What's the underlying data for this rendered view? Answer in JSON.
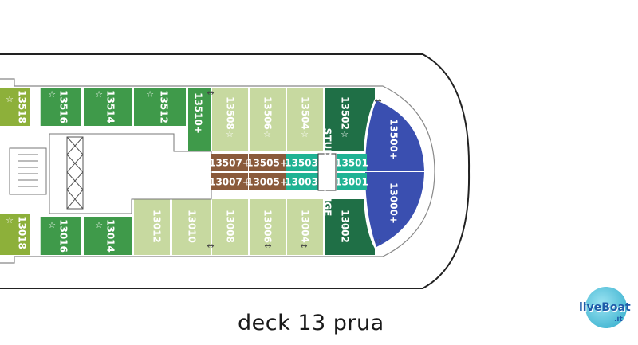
{
  "caption": "deck 13 prua",
  "logo": {
    "text": "liveBoat",
    "suffix": ".it"
  },
  "cabins": {
    "top_row": [
      "13518",
      "13516",
      "13514",
      "13512",
      "13510+",
      "13508",
      "13506",
      "13504",
      "13502"
    ],
    "bottom_row": [
      "13018",
      "13016",
      "13014",
      "13012",
      "13010",
      "13008",
      "13006",
      "13004",
      "13002"
    ],
    "bow_suites": [
      "13500+",
      "13000+"
    ],
    "inner_upper": [
      "13507+",
      "13505+",
      "13503",
      "13501"
    ],
    "inner_lower": [
      "13007+",
      "13005+",
      "13003",
      "13001"
    ],
    "lounge": "STUDIO LOUNGE"
  },
  "colors": {
    "hull_outline": "#222222",
    "light_green": "#c7d9a0",
    "green": "#3f9a4a",
    "dark_green": "#1f6f46",
    "olive": "#8db03a",
    "blue": "#3a4fb0",
    "brown": "#8a5a3b",
    "teal": "#1fb394",
    "lounge_bg": "#ffffff"
  }
}
